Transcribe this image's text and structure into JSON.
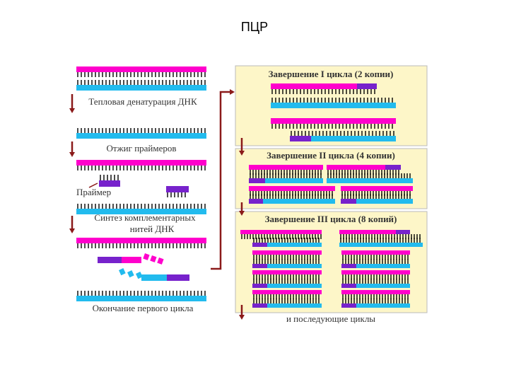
{
  "slide": {
    "title": "ПЦР"
  },
  "left_panel": {
    "steps": [
      {
        "label": "Тепловая денатурация ДНК"
      },
      {
        "label": "Отжиг праймеров"
      },
      {
        "label": "Праймер"
      },
      {
        "label_line1": "Синтез комплементарных",
        "label_line2": "нитей ДНК"
      },
      {
        "label": "Окончание первого цикла"
      }
    ]
  },
  "right_panel": {
    "boxes": [
      {
        "title": "Завершение I цикла (2 копии)"
      },
      {
        "title": "Завершение II цикла (4 копии)"
      },
      {
        "title": "Завершение III цикла (8 копий)"
      }
    ],
    "footer": "и последующие циклы"
  },
  "colors": {
    "template_strand": "#ff00cc",
    "complement_strand": "#22bbee",
    "primer": "#7722cc",
    "arrow": "#8b1a1a",
    "box_fill": "#fdf6c8",
    "box_border": "#bbbbbb"
  }
}
